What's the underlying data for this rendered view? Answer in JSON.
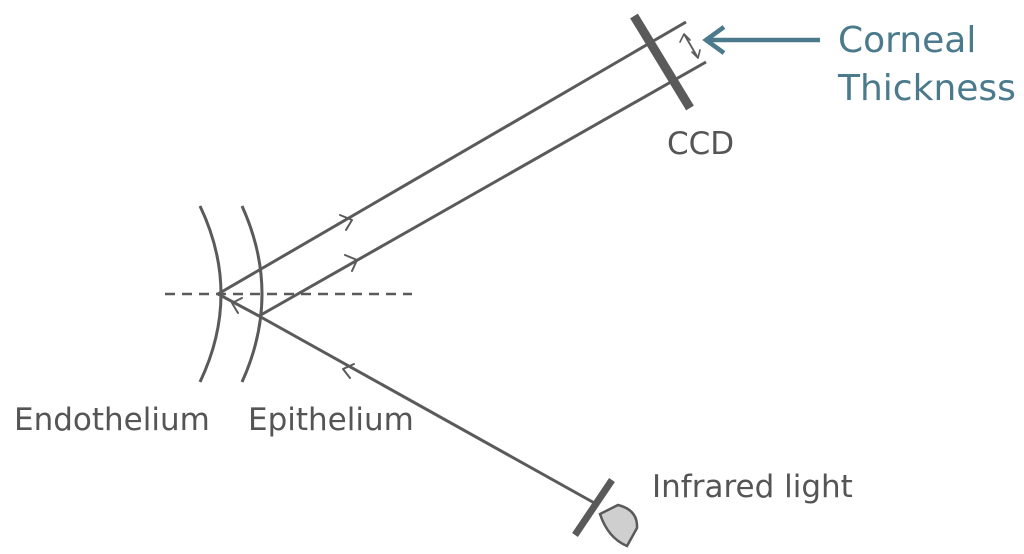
{
  "labels": {
    "corneal_thickness_line1": "Corneal",
    "corneal_thickness_line2": "Thickness",
    "ccd": "CCD",
    "endothelium": "Endothelium",
    "epithelium": "Epithelium",
    "infrared_light": "Infrared light"
  },
  "colors": {
    "line": "#5a5a5a",
    "text": "#555555",
    "accent": "#4a7a8c",
    "lamp_fill": "#cfcfcf"
  },
  "icons": {
    "light_source": "infrared-lamp-icon",
    "sensor": "ccd-sensor-bar",
    "pointer": "arrow-left-icon"
  }
}
